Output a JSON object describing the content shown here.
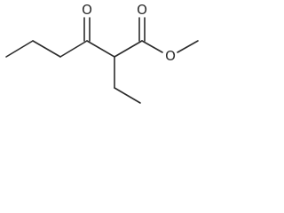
{
  "molecule": {
    "atoms": {
      "carbonyl_ketone_oxygen": "O",
      "ester_carbonyl_oxygen": "O",
      "ester_ether_oxygen": "O"
    },
    "colors": {
      "bond": "#2b2b2b",
      "text": "#2b2b2b",
      "background": "#ffffff"
    }
  }
}
